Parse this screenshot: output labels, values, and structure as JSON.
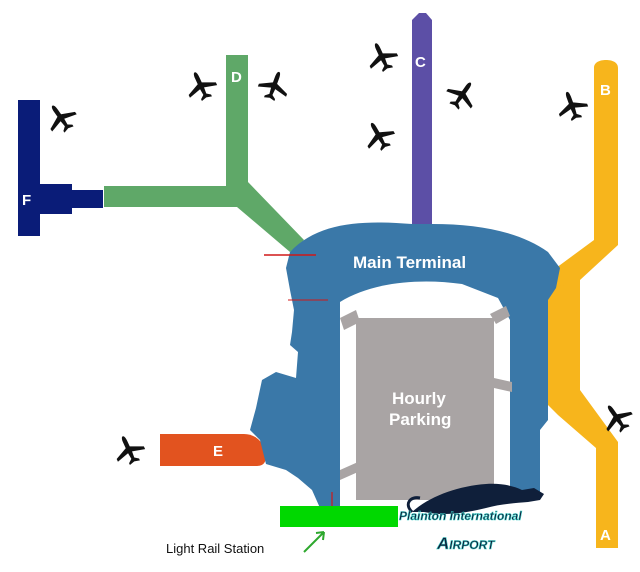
{
  "terminal": {
    "label": "Main Terminal"
  },
  "parking": {
    "line1": "Hourly",
    "line2": "Parking"
  },
  "light_rail": {
    "label": "Light Rail Station"
  },
  "brand": {
    "line1": "Plainton International",
    "line2_first": "A",
    "line2_rest": "IRPORT"
  },
  "concourses": {
    "a": {
      "letter": "A",
      "color": "#f7b51c"
    },
    "b": {
      "letter": "B",
      "color": "#f7b51c"
    },
    "c": {
      "letter": "C",
      "color": "#5c4fa6"
    },
    "d": {
      "letter": "D",
      "color": "#5fa868"
    },
    "e": {
      "letter": "E",
      "color": "#e2531f"
    },
    "f": {
      "letter": "F",
      "color": "#0a1c78"
    }
  },
  "colors": {
    "terminal": "#3a78a8",
    "parking": "#a9a4a4",
    "rail_marker": "#00d800",
    "plane": "#111111"
  },
  "icons": {
    "plane": "airplane-icon",
    "logo": "panther-logo-icon"
  }
}
